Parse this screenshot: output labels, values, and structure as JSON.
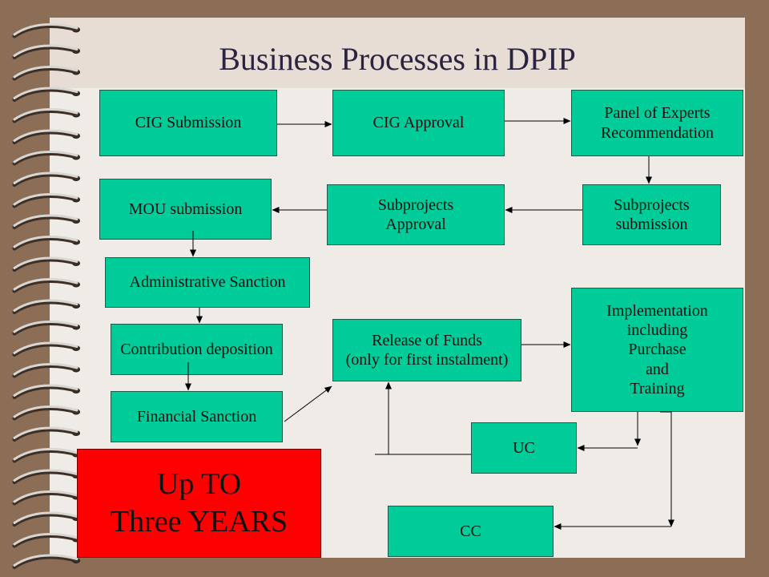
{
  "slide": {
    "title": "Business Processes in DPIP"
  },
  "colors": {
    "box_fill": "#00cc99",
    "duration_fill": "#ff0000",
    "background": "#8c6e57",
    "paper": "#efebe6"
  },
  "nodes": {
    "cig_submission": "CIG Submission",
    "cig_approval": "CIG Approval",
    "panel_of_experts": "Panel of Experts\nRecommendation",
    "subprojects_submission": "Subprojects\nsubmission",
    "subprojects_approval": "Subprojects\nApproval",
    "mou_submission": "MOU submission",
    "administrative_sanction": "Administrative Sanction",
    "contribution_deposition": "Contribution deposition",
    "financial_sanction": "Financial Sanction",
    "release_of_funds": "Release of Funds\n(only for first instalment)",
    "implementation": "Implementation\nincluding\nPurchase\nand\nTraining",
    "uc": "UC",
    "cc": "CC",
    "duration_note": "Up TO\nThree YEARS"
  }
}
